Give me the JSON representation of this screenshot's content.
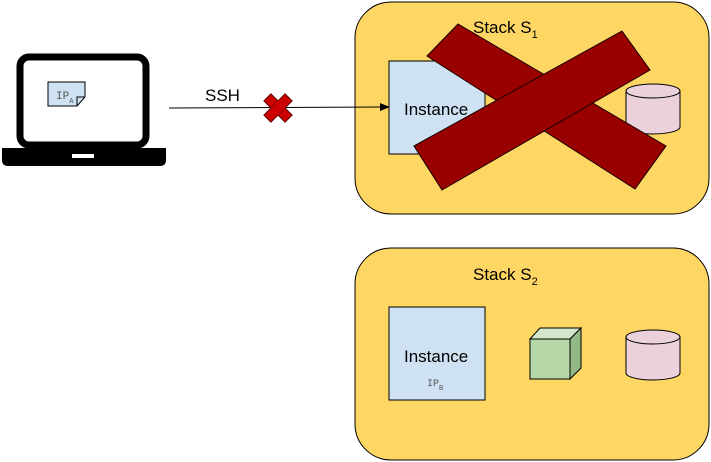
{
  "laptop": {
    "note_main": "IP",
    "note_sub": "A"
  },
  "connection": {
    "label": "SSH"
  },
  "stack1": {
    "title_main": "Stack S",
    "title_sub": "1",
    "instance_label": "Instance"
  },
  "stack2": {
    "title_main": "Stack S",
    "title_sub": "2",
    "instance_label": "Instance",
    "ip_main": "IP",
    "ip_sub": "B"
  },
  "colors": {
    "stack_fill": "#fdd663",
    "instance_fill": "#cfe2f3",
    "database_fill": "#ead1dc",
    "cube_fill": "#b6d7a8",
    "cross": "#990000"
  }
}
